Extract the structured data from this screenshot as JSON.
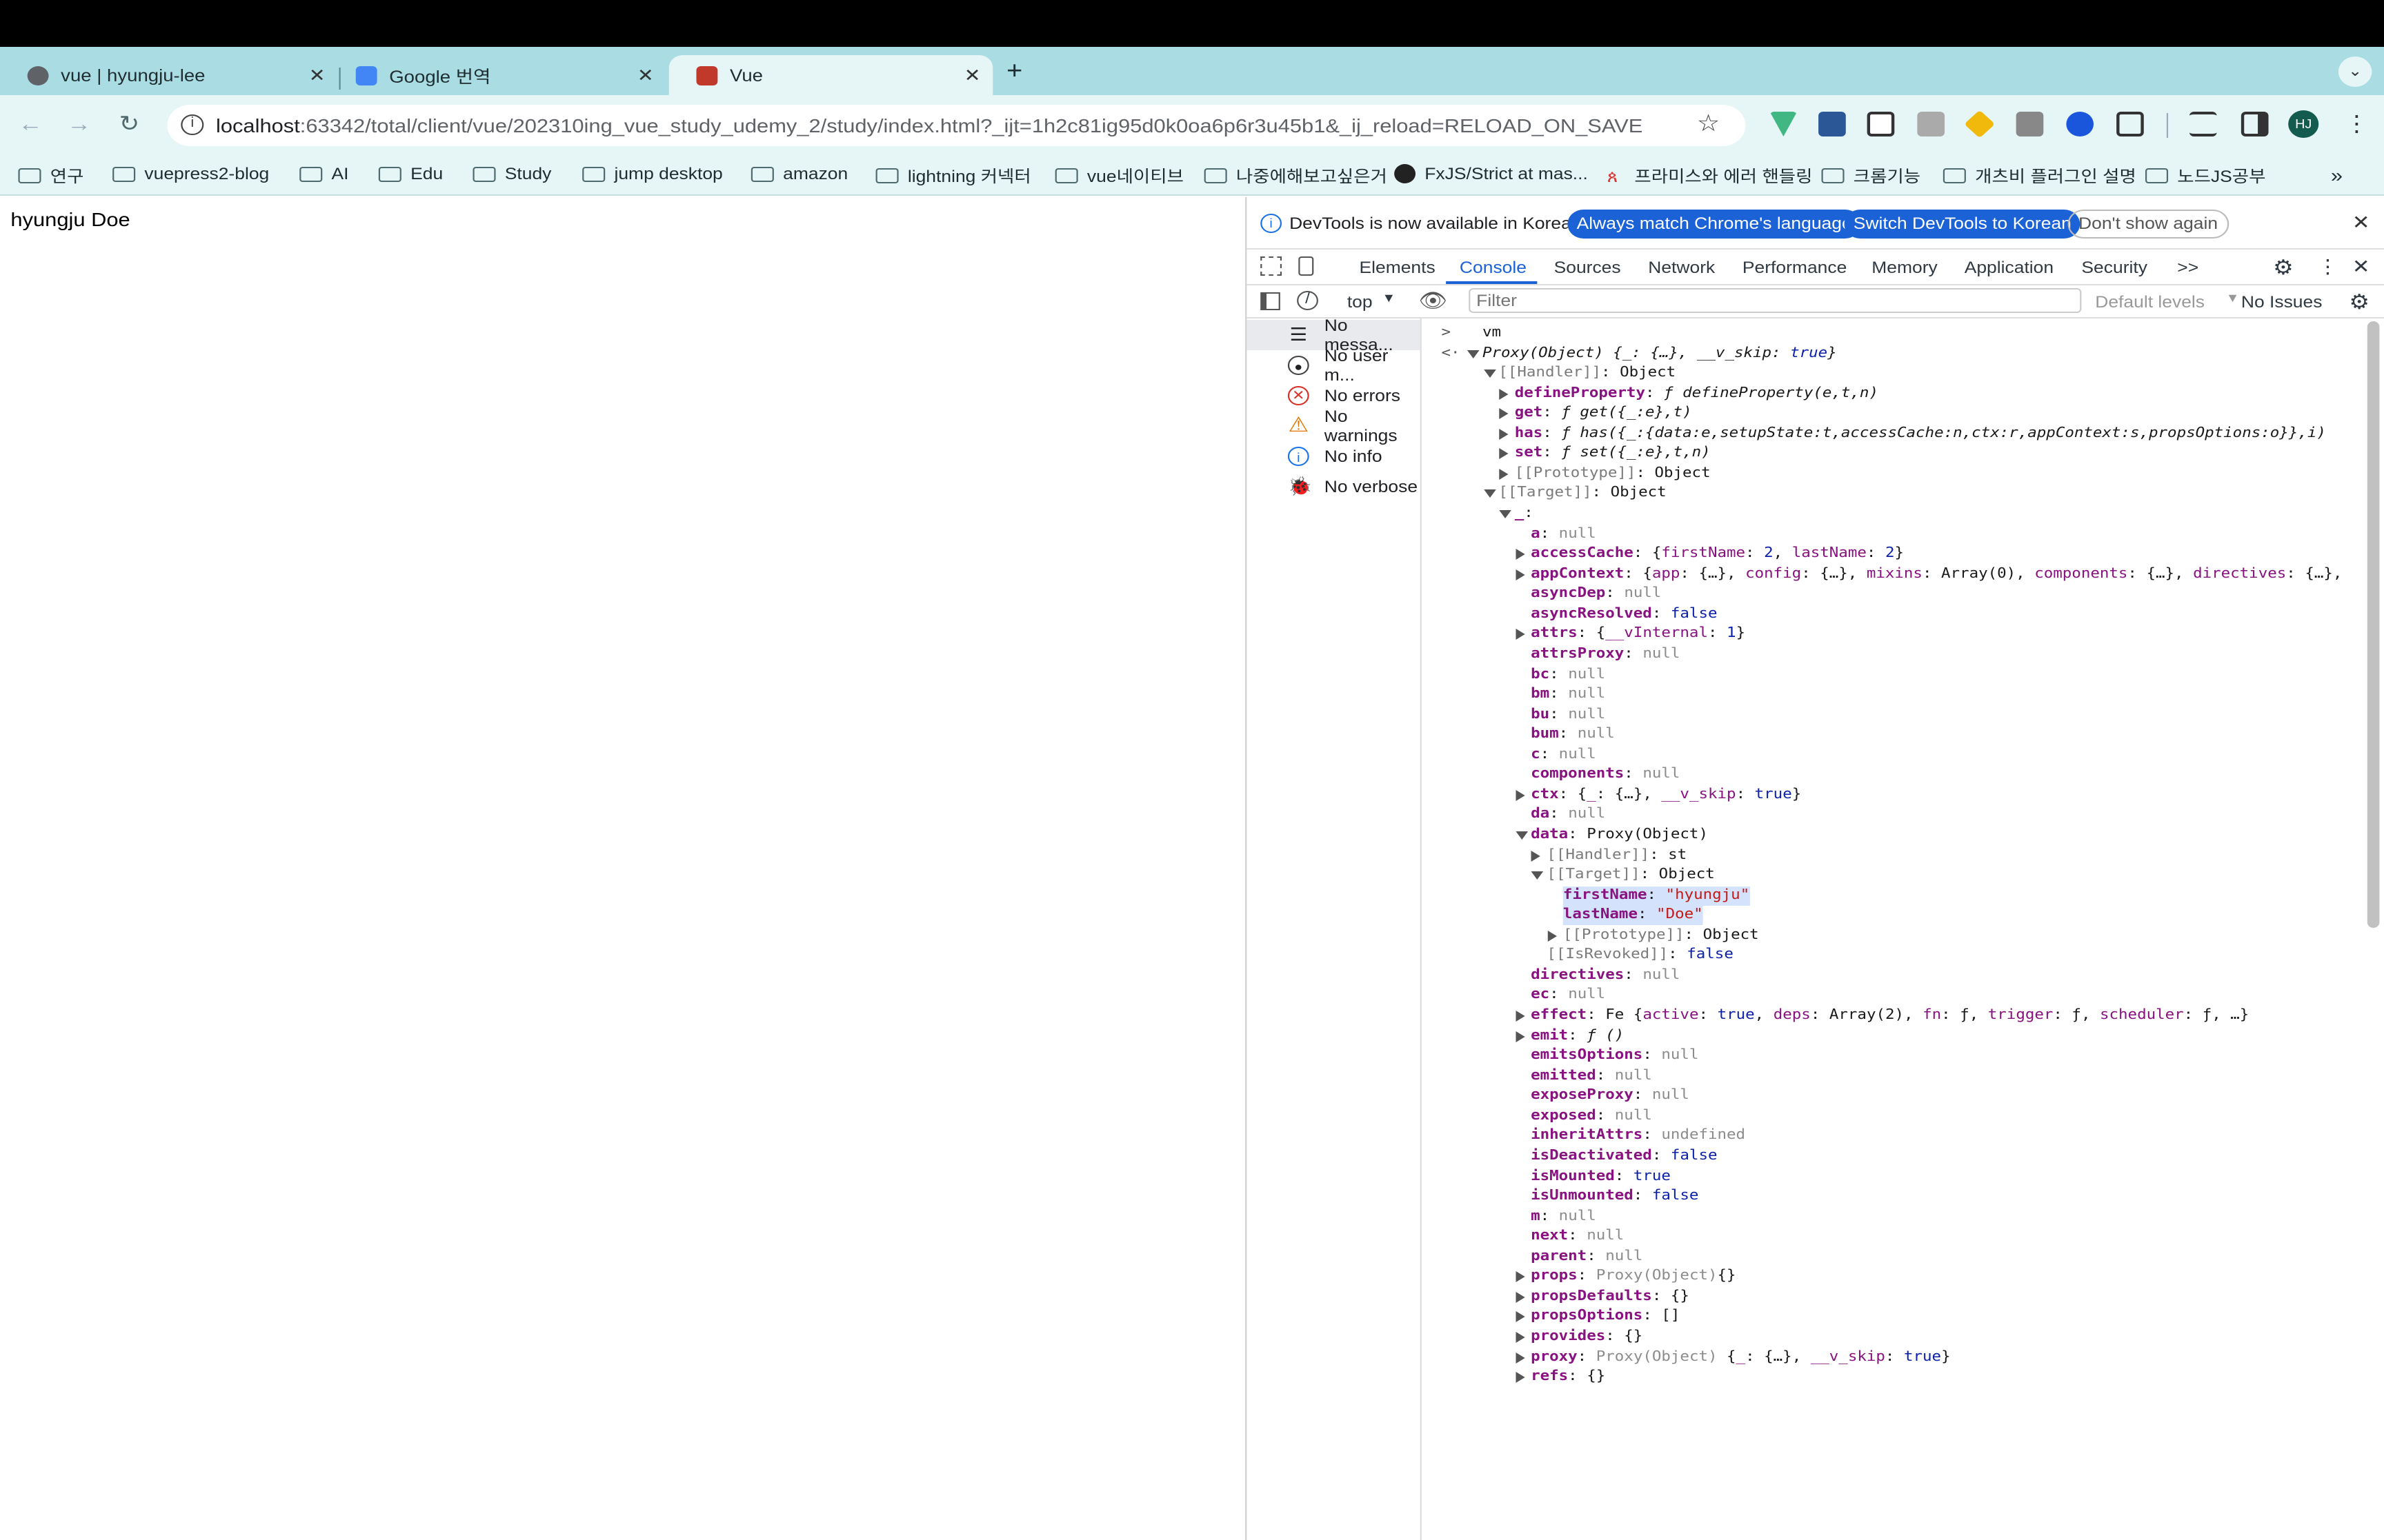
{
  "browser": {
    "tabs": [
      {
        "title": "vue | hyungju-lee",
        "close": "✕"
      },
      {
        "title": "Google 번역",
        "close": "✕"
      },
      {
        "title": "Vue",
        "close": "✕"
      }
    ],
    "new_tab": "+",
    "url_host": "localhost",
    "url_rest": ":63342/total/client/vue/202310ing_vue_study_udemy_2/study/index.html?_ijt=1h2c81ig95d0k0oa6p6r3u45b1&_ij_reload=RELOAD_ON_SAVE",
    "profile": "HJ",
    "bookmarks": [
      "연구",
      "vuepress2-blog",
      "AI",
      "Edu",
      "Study",
      "jump desktop",
      "amazon",
      "lightning 커넥터",
      "vue네이티브",
      "나중에해보고싶은거",
      "FxJS/Strict at mas...",
      "프라미스와 에러 핸들링",
      "크롬기능",
      "개츠비 플러그인 설명",
      "노드JS공부"
    ],
    "bookmarks_more": "»"
  },
  "page": {
    "text": "hyungju Doe"
  },
  "devtools": {
    "notice": {
      "text": "DevTools is now available in Korean!",
      "btn1": "Always match Chrome's language",
      "btn2": "Switch DevTools to Korean",
      "btn3": "Don't show again"
    },
    "tabs": [
      "Elements",
      "Console",
      "Sources",
      "Network",
      "Performance",
      "Memory",
      "Application",
      "Security"
    ],
    "more": ">>",
    "context": "top",
    "filter_placeholder": "Filter",
    "levels": "Default levels",
    "issues": "No Issues",
    "sidebar": [
      "No messa...",
      "No user m...",
      "No errors",
      "No warnings",
      "No info",
      "No verbose"
    ],
    "console_lines": [
      {
        "indent": 0,
        "prompt": ">",
        "parts": [
          [
            "",
            "vm"
          ]
        ]
      },
      {
        "indent": 0,
        "prompt": "<·",
        "tri": "d",
        "parts": [
          [
            "vi",
            "Proxy(Object) {_: {…}, __v_skip: "
          ],
          [
            "vi vb",
            "true"
          ],
          [
            "vi",
            "}"
          ]
        ]
      },
      {
        "indent": 1,
        "tri": "d",
        "parts": [
          [
            "kg",
            "[[Handler]]"
          ],
          [
            "",
            ": Object"
          ]
        ]
      },
      {
        "indent": 2,
        "tri": "r",
        "parts": [
          [
            "k",
            "defineProperty"
          ],
          [
            "",
            ": "
          ],
          [
            "vi",
            "ƒ defineProperty(e,t,n)"
          ]
        ]
      },
      {
        "indent": 2,
        "tri": "r",
        "parts": [
          [
            "k",
            "get"
          ],
          [
            "",
            ": "
          ],
          [
            "vi",
            "ƒ get({_:e},t)"
          ]
        ]
      },
      {
        "indent": 2,
        "tri": "r",
        "parts": [
          [
            "k",
            "has"
          ],
          [
            "",
            ": "
          ],
          [
            "vi",
            "ƒ has({_:{data:e,setupState:t,accessCache:n,ctx:r,appContext:s,propsOptions:o}},i)"
          ]
        ]
      },
      {
        "indent": 2,
        "tri": "r",
        "parts": [
          [
            "k",
            "set"
          ],
          [
            "",
            ": "
          ],
          [
            "vi",
            "ƒ set({_:e},t,n)"
          ]
        ]
      },
      {
        "indent": 2,
        "tri": "r",
        "parts": [
          [
            "kg",
            "[[Prototype]]"
          ],
          [
            "",
            ": Object"
          ]
        ]
      },
      {
        "indent": 1,
        "tri": "d",
        "parts": [
          [
            "kg",
            "[[Target]]"
          ],
          [
            "",
            ": Object"
          ]
        ]
      },
      {
        "indent": 2,
        "tri": "d",
        "parts": [
          [
            "k",
            "_"
          ],
          [
            "",
            ":"
          ]
        ]
      },
      {
        "indent": 3,
        "parts": [
          [
            "k",
            "a"
          ],
          [
            "",
            ": "
          ],
          [
            "vn",
            "null"
          ]
        ]
      },
      {
        "indent": 3,
        "tri": "r",
        "parts": [
          [
            "k",
            "accessCache"
          ],
          [
            "",
            ": {"
          ],
          [
            "kk",
            "firstName"
          ],
          [
            "",
            ": "
          ],
          [
            "vb",
            "2"
          ],
          [
            "",
            ", "
          ],
          [
            "kk",
            "lastName"
          ],
          [
            "",
            ": "
          ],
          [
            "vb",
            "2"
          ],
          [
            "",
            "}"
          ]
        ]
      },
      {
        "indent": 3,
        "tri": "r",
        "parts": [
          [
            "k",
            "appContext"
          ],
          [
            "",
            ": {"
          ],
          [
            "kk",
            "app"
          ],
          [
            "",
            ": {…}, "
          ],
          [
            "kk",
            "config"
          ],
          [
            "",
            ": {…}, "
          ],
          [
            "kk",
            "mixins"
          ],
          [
            "",
            ": Array(0), "
          ],
          [
            "kk",
            "components"
          ],
          [
            "",
            ": {…}, "
          ],
          [
            "kk",
            "directives"
          ],
          [
            "",
            ": {…},"
          ]
        ]
      },
      {
        "indent": 3,
        "parts": [
          [
            "k",
            "asyncDep"
          ],
          [
            "",
            ": "
          ],
          [
            "vn",
            "null"
          ]
        ]
      },
      {
        "indent": 3,
        "parts": [
          [
            "k",
            "asyncResolved"
          ],
          [
            "",
            ": "
          ],
          [
            "vb",
            "false"
          ]
        ]
      },
      {
        "indent": 3,
        "tri": "r",
        "parts": [
          [
            "k",
            "attrs"
          ],
          [
            "",
            ": {"
          ],
          [
            "kk",
            "__vInternal"
          ],
          [
            "",
            ": "
          ],
          [
            "vb",
            "1"
          ],
          [
            "",
            "}"
          ]
        ]
      },
      {
        "indent": 3,
        "parts": [
          [
            "k",
            "attrsProxy"
          ],
          [
            "",
            ": "
          ],
          [
            "vn",
            "null"
          ]
        ]
      },
      {
        "indent": 3,
        "parts": [
          [
            "k",
            "bc"
          ],
          [
            "",
            ": "
          ],
          [
            "vn",
            "null"
          ]
        ]
      },
      {
        "indent": 3,
        "parts": [
          [
            "k",
            "bm"
          ],
          [
            "",
            ": "
          ],
          [
            "vn",
            "null"
          ]
        ]
      },
      {
        "indent": 3,
        "parts": [
          [
            "k",
            "bu"
          ],
          [
            "",
            ": "
          ],
          [
            "vn",
            "null"
          ]
        ]
      },
      {
        "indent": 3,
        "parts": [
          [
            "k",
            "bum"
          ],
          [
            "",
            ": "
          ],
          [
            "vn",
            "null"
          ]
        ]
      },
      {
        "indent": 3,
        "parts": [
          [
            "k",
            "c"
          ],
          [
            "",
            ": "
          ],
          [
            "vn",
            "null"
          ]
        ]
      },
      {
        "indent": 3,
        "parts": [
          [
            "k",
            "components"
          ],
          [
            "",
            ": "
          ],
          [
            "vn",
            "null"
          ]
        ]
      },
      {
        "indent": 3,
        "tri": "r",
        "parts": [
          [
            "k",
            "ctx"
          ],
          [
            "",
            ": {"
          ],
          [
            "kk",
            "_"
          ],
          [
            "",
            ": {…}, "
          ],
          [
            "kk",
            "__v_skip"
          ],
          [
            "",
            ": "
          ],
          [
            "vb",
            "true"
          ],
          [
            "",
            "}"
          ]
        ]
      },
      {
        "indent": 3,
        "parts": [
          [
            "k",
            "da"
          ],
          [
            "",
            ": "
          ],
          [
            "vn",
            "null"
          ]
        ]
      },
      {
        "indent": 3,
        "tri": "d",
        "parts": [
          [
            "k",
            "data"
          ],
          [
            "",
            ": Proxy(Object)"
          ]
        ]
      },
      {
        "indent": 4,
        "tri": "r",
        "parts": [
          [
            "kg",
            "[[Handler]]"
          ],
          [
            "",
            ": st"
          ]
        ]
      },
      {
        "indent": 4,
        "tri": "d",
        "parts": [
          [
            "kg",
            "[[Target]]"
          ],
          [
            "",
            ": Object"
          ]
        ]
      },
      {
        "indent": 5,
        "hl": true,
        "parts": [
          [
            "k",
            "firstName"
          ],
          [
            "",
            ": "
          ],
          [
            "vs",
            "\"hyungju\""
          ]
        ]
      },
      {
        "indent": 5,
        "hl": true,
        "parts": [
          [
            "k",
            "lastName"
          ],
          [
            "",
            ": "
          ],
          [
            "vs",
            "\"Doe\""
          ]
        ]
      },
      {
        "indent": 5,
        "tri": "r",
        "parts": [
          [
            "kg",
            "[[Prototype]]"
          ],
          [
            "",
            ": Object"
          ]
        ]
      },
      {
        "indent": 4,
        "parts": [
          [
            "kg",
            "[[IsRevoked]]"
          ],
          [
            "",
            ": "
          ],
          [
            "vb",
            "false"
          ]
        ]
      },
      {
        "indent": 3,
        "parts": [
          [
            "k",
            "directives"
          ],
          [
            "",
            ": "
          ],
          [
            "vn",
            "null"
          ]
        ]
      },
      {
        "indent": 3,
        "parts": [
          [
            "k",
            "ec"
          ],
          [
            "",
            ": "
          ],
          [
            "vn",
            "null"
          ]
        ]
      },
      {
        "indent": 3,
        "tri": "r",
        "parts": [
          [
            "k",
            "effect"
          ],
          [
            "",
            ": Fe {"
          ],
          [
            "kk",
            "active"
          ],
          [
            "",
            ": "
          ],
          [
            "vb",
            "true"
          ],
          [
            "",
            ", "
          ],
          [
            "kk",
            "deps"
          ],
          [
            "",
            ": Array(2), "
          ],
          [
            "kk",
            "fn"
          ],
          [
            "",
            ": ƒ, "
          ],
          [
            "kk",
            "trigger"
          ],
          [
            "",
            ": ƒ, "
          ],
          [
            "kk",
            "scheduler"
          ],
          [
            "",
            ": ƒ, …}"
          ]
        ]
      },
      {
        "indent": 3,
        "tri": "r",
        "parts": [
          [
            "k",
            "emit"
          ],
          [
            "",
            ": "
          ],
          [
            "vi",
            "ƒ ()"
          ]
        ]
      },
      {
        "indent": 3,
        "parts": [
          [
            "k",
            "emitsOptions"
          ],
          [
            "",
            ": "
          ],
          [
            "vn",
            "null"
          ]
        ]
      },
      {
        "indent": 3,
        "parts": [
          [
            "k",
            "emitted"
          ],
          [
            "",
            ": "
          ],
          [
            "vn",
            "null"
          ]
        ]
      },
      {
        "indent": 3,
        "parts": [
          [
            "k",
            "exposeProxy"
          ],
          [
            "",
            ": "
          ],
          [
            "vn",
            "null"
          ]
        ]
      },
      {
        "indent": 3,
        "parts": [
          [
            "k",
            "exposed"
          ],
          [
            "",
            ": "
          ],
          [
            "vn",
            "null"
          ]
        ]
      },
      {
        "indent": 3,
        "parts": [
          [
            "k",
            "inheritAttrs"
          ],
          [
            "",
            ": "
          ],
          [
            "vn",
            "undefined"
          ]
        ]
      },
      {
        "indent": 3,
        "parts": [
          [
            "k",
            "isDeactivated"
          ],
          [
            "",
            ": "
          ],
          [
            "vb",
            "false"
          ]
        ]
      },
      {
        "indent": 3,
        "parts": [
          [
            "k",
            "isMounted"
          ],
          [
            "",
            ": "
          ],
          [
            "vb",
            "true"
          ]
        ]
      },
      {
        "indent": 3,
        "parts": [
          [
            "k",
            "isUnmounted"
          ],
          [
            "",
            ": "
          ],
          [
            "vb",
            "false"
          ]
        ]
      },
      {
        "indent": 3,
        "parts": [
          [
            "k",
            "m"
          ],
          [
            "",
            ": "
          ],
          [
            "vn",
            "null"
          ]
        ]
      },
      {
        "indent": 3,
        "parts": [
          [
            "k",
            "next"
          ],
          [
            "",
            ": "
          ],
          [
            "vn",
            "null"
          ]
        ]
      },
      {
        "indent": 3,
        "parts": [
          [
            "k",
            "parent"
          ],
          [
            "",
            ": "
          ],
          [
            "vn",
            "null"
          ]
        ]
      },
      {
        "indent": 3,
        "tri": "r",
        "parts": [
          [
            "k",
            "props"
          ],
          [
            "",
            ": "
          ],
          [
            "vn",
            "Proxy(Object)"
          ],
          [
            "",
            ""
          ],
          [
            "",
            ""
          ],
          [
            "",
            ""
          ],
          [
            "",
            ""
          ],
          [
            "",
            "{}"
          ]
        ]
      },
      {
        "indent": 3,
        "tri": "r",
        "parts": [
          [
            "k",
            "propsDefaults"
          ],
          [
            "",
            ": {}"
          ]
        ]
      },
      {
        "indent": 3,
        "tri": "r",
        "parts": [
          [
            "k",
            "propsOptions"
          ],
          [
            "",
            ": []"
          ]
        ]
      },
      {
        "indent": 3,
        "tri": "r",
        "parts": [
          [
            "k",
            "provides"
          ],
          [
            "",
            ": {}"
          ]
        ]
      },
      {
        "indent": 3,
        "tri": "r",
        "parts": [
          [
            "k",
            "proxy"
          ],
          [
            "",
            ": "
          ],
          [
            "vn",
            "Proxy(Object)"
          ],
          [
            "",
            " {"
          ],
          [
            "kk",
            "_"
          ],
          [
            "",
            ": {…}, "
          ],
          [
            "kk",
            "__v_skip"
          ],
          [
            "",
            ": "
          ],
          [
            "vb",
            "true"
          ],
          [
            "",
            "}"
          ]
        ]
      },
      {
        "indent": 3,
        "tri": "r",
        "parts": [
          [
            "k",
            "refs"
          ],
          [
            "",
            ": {}"
          ]
        ]
      }
    ]
  }
}
